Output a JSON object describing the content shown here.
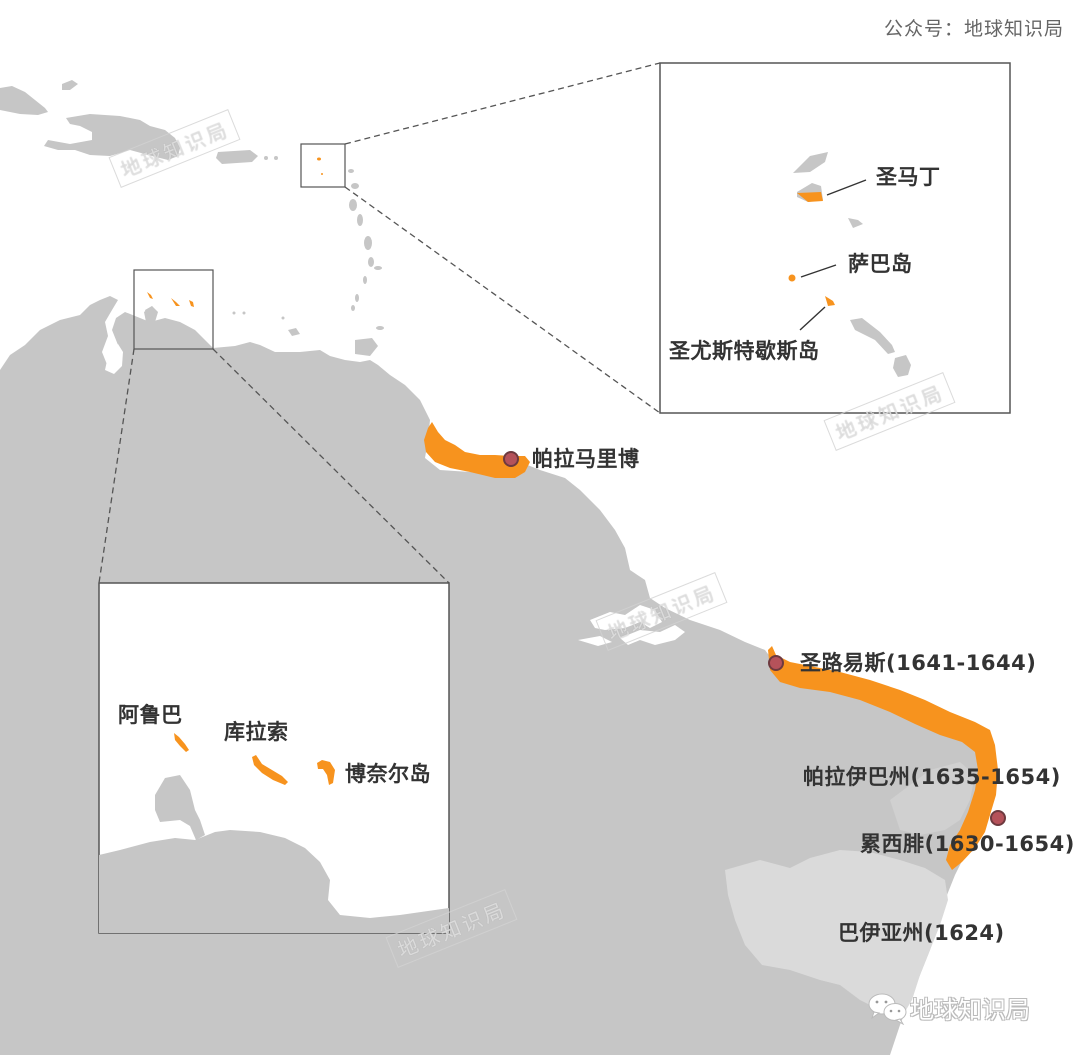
{
  "credit": "公众号：地球知识局",
  "brand_watermark": "地球知识局",
  "colors": {
    "land": "#c6c6c6",
    "land_light": "#dcdcdc",
    "sea": "#ffffff",
    "dutch_territory": "#f7931e",
    "city_dot": "#b5525a",
    "inset_border": "#555555",
    "label": "#333333"
  },
  "insets": {
    "leeward": {
      "labels": [
        "圣马丁",
        "萨巴岛",
        "圣尤斯特歇斯岛"
      ]
    },
    "abc": {
      "labels": [
        "阿鲁巴",
        "库拉索",
        "博奈尔岛"
      ]
    }
  },
  "main_labels": {
    "paramaribo": "帕拉马里博",
    "sao_luis": "圣路易斯(1641-1644)",
    "paraiba": "帕拉伊巴州(1635-1654)",
    "recife": "累西腓(1630-1654)",
    "bahia": "巴伊亚州(1624)"
  },
  "legend": {
    "dutch_territory_color": "#f7931e",
    "city_marker": "city-dot"
  }
}
